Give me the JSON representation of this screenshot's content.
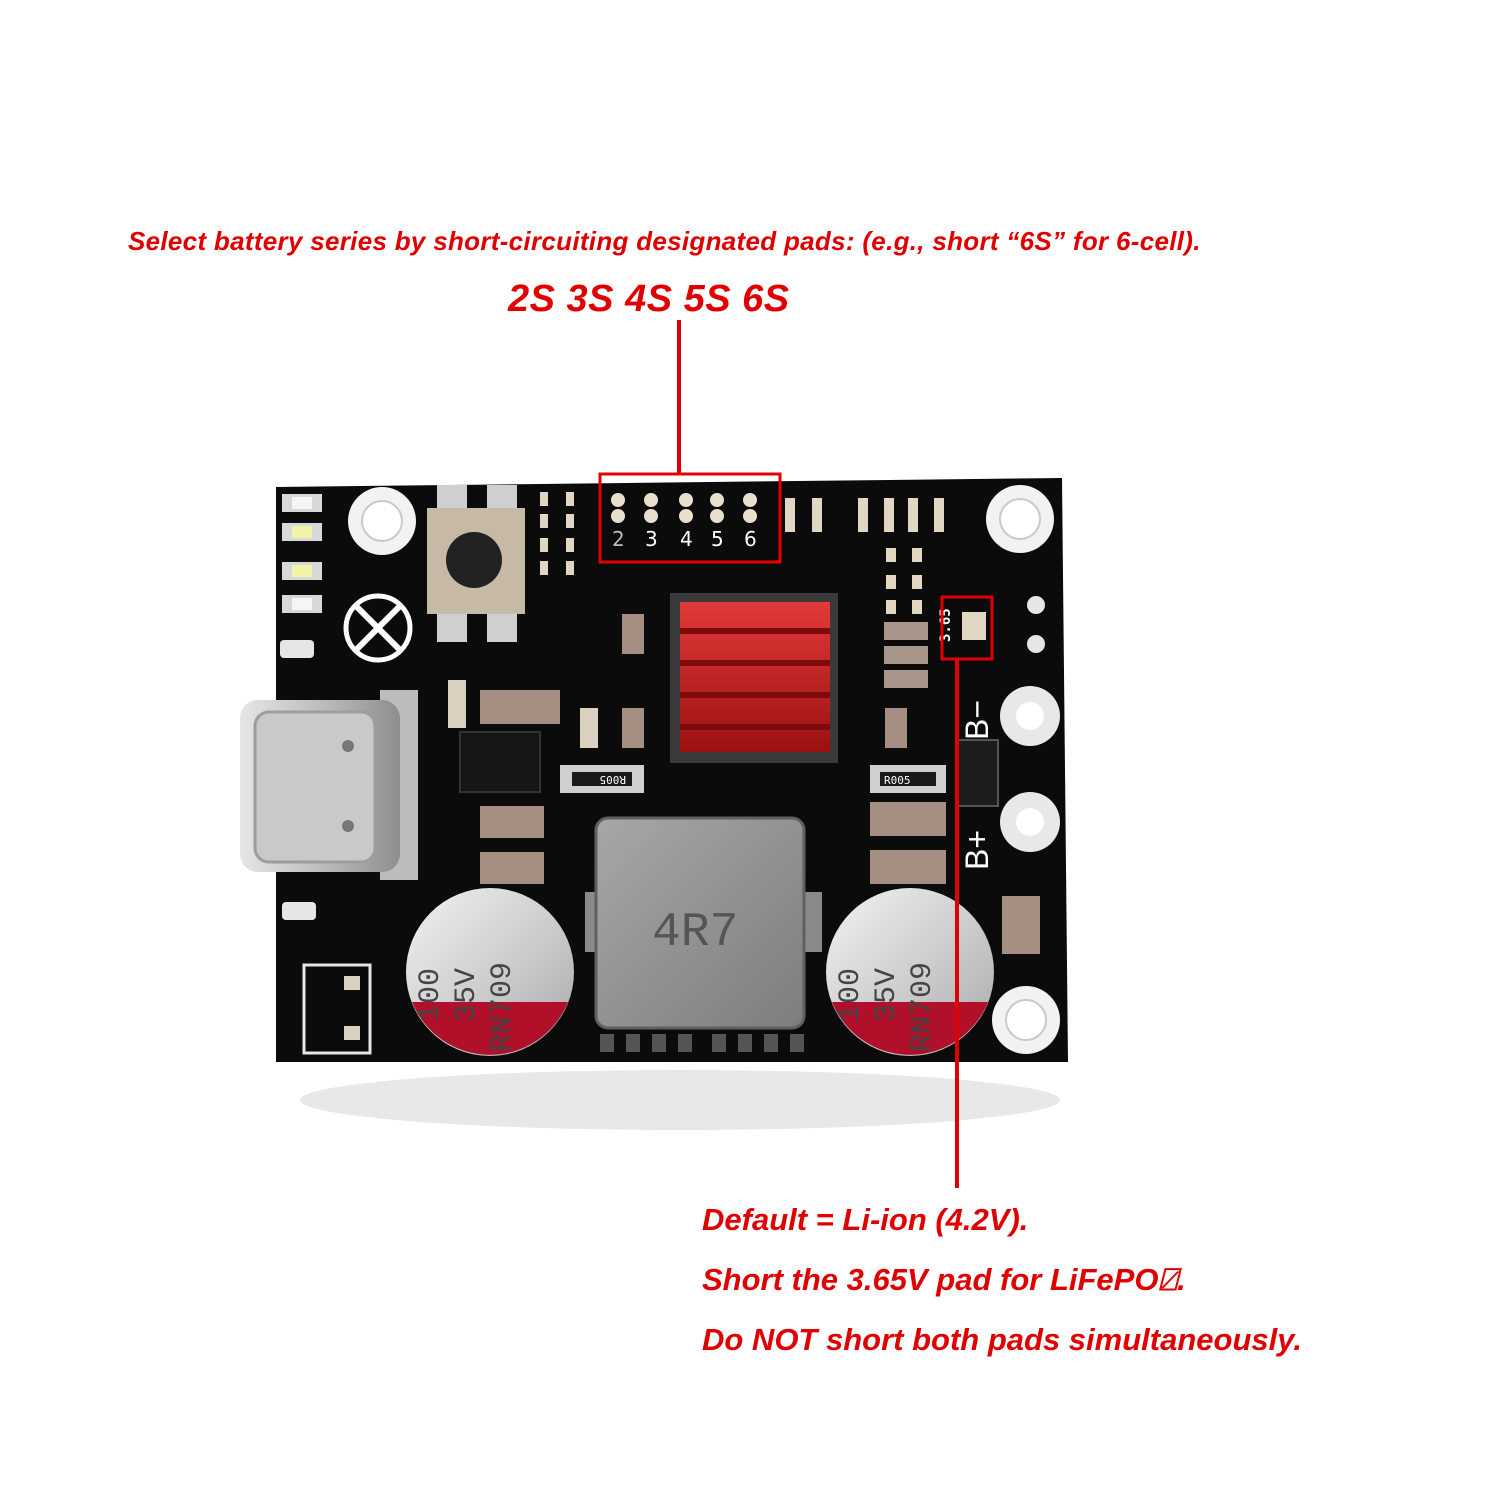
{
  "annotations": {
    "instruction": "Select battery series by short-circuiting designated pads: (e.g., short “6S” for 6-cell).",
    "series_options": "2S 3S 4S 5S 6S",
    "default_chemistry": "Default = Li-ion (4.2V).",
    "lifepo_instruction": "Short the 3.65V pad for LiFePO⍁.",
    "warning": "Do NOT short both pads simultaneously."
  },
  "board": {
    "jumper_pad_labels": [
      "2",
      "3",
      "4",
      "5",
      "6"
    ],
    "voltage_pad_label": "3.65",
    "inductor_marking": "4R7",
    "capacitor_left": {
      "value": "100",
      "voltage": "35V",
      "code": "RN709"
    },
    "capacitor_right": {
      "value": "100",
      "voltage": "35V",
      "code": "RN709"
    },
    "battery_negative_label": "B−",
    "battery_positive_label": "B+",
    "sense_resistor_marking": "R005"
  },
  "colors": {
    "annotation_red": "#e00000",
    "pcb_black": "#0b0b0c",
    "heatsink_red": "#c41a1a",
    "capacitor_silver": "#d9d9d9",
    "capacitor_band": "#b0102a"
  }
}
